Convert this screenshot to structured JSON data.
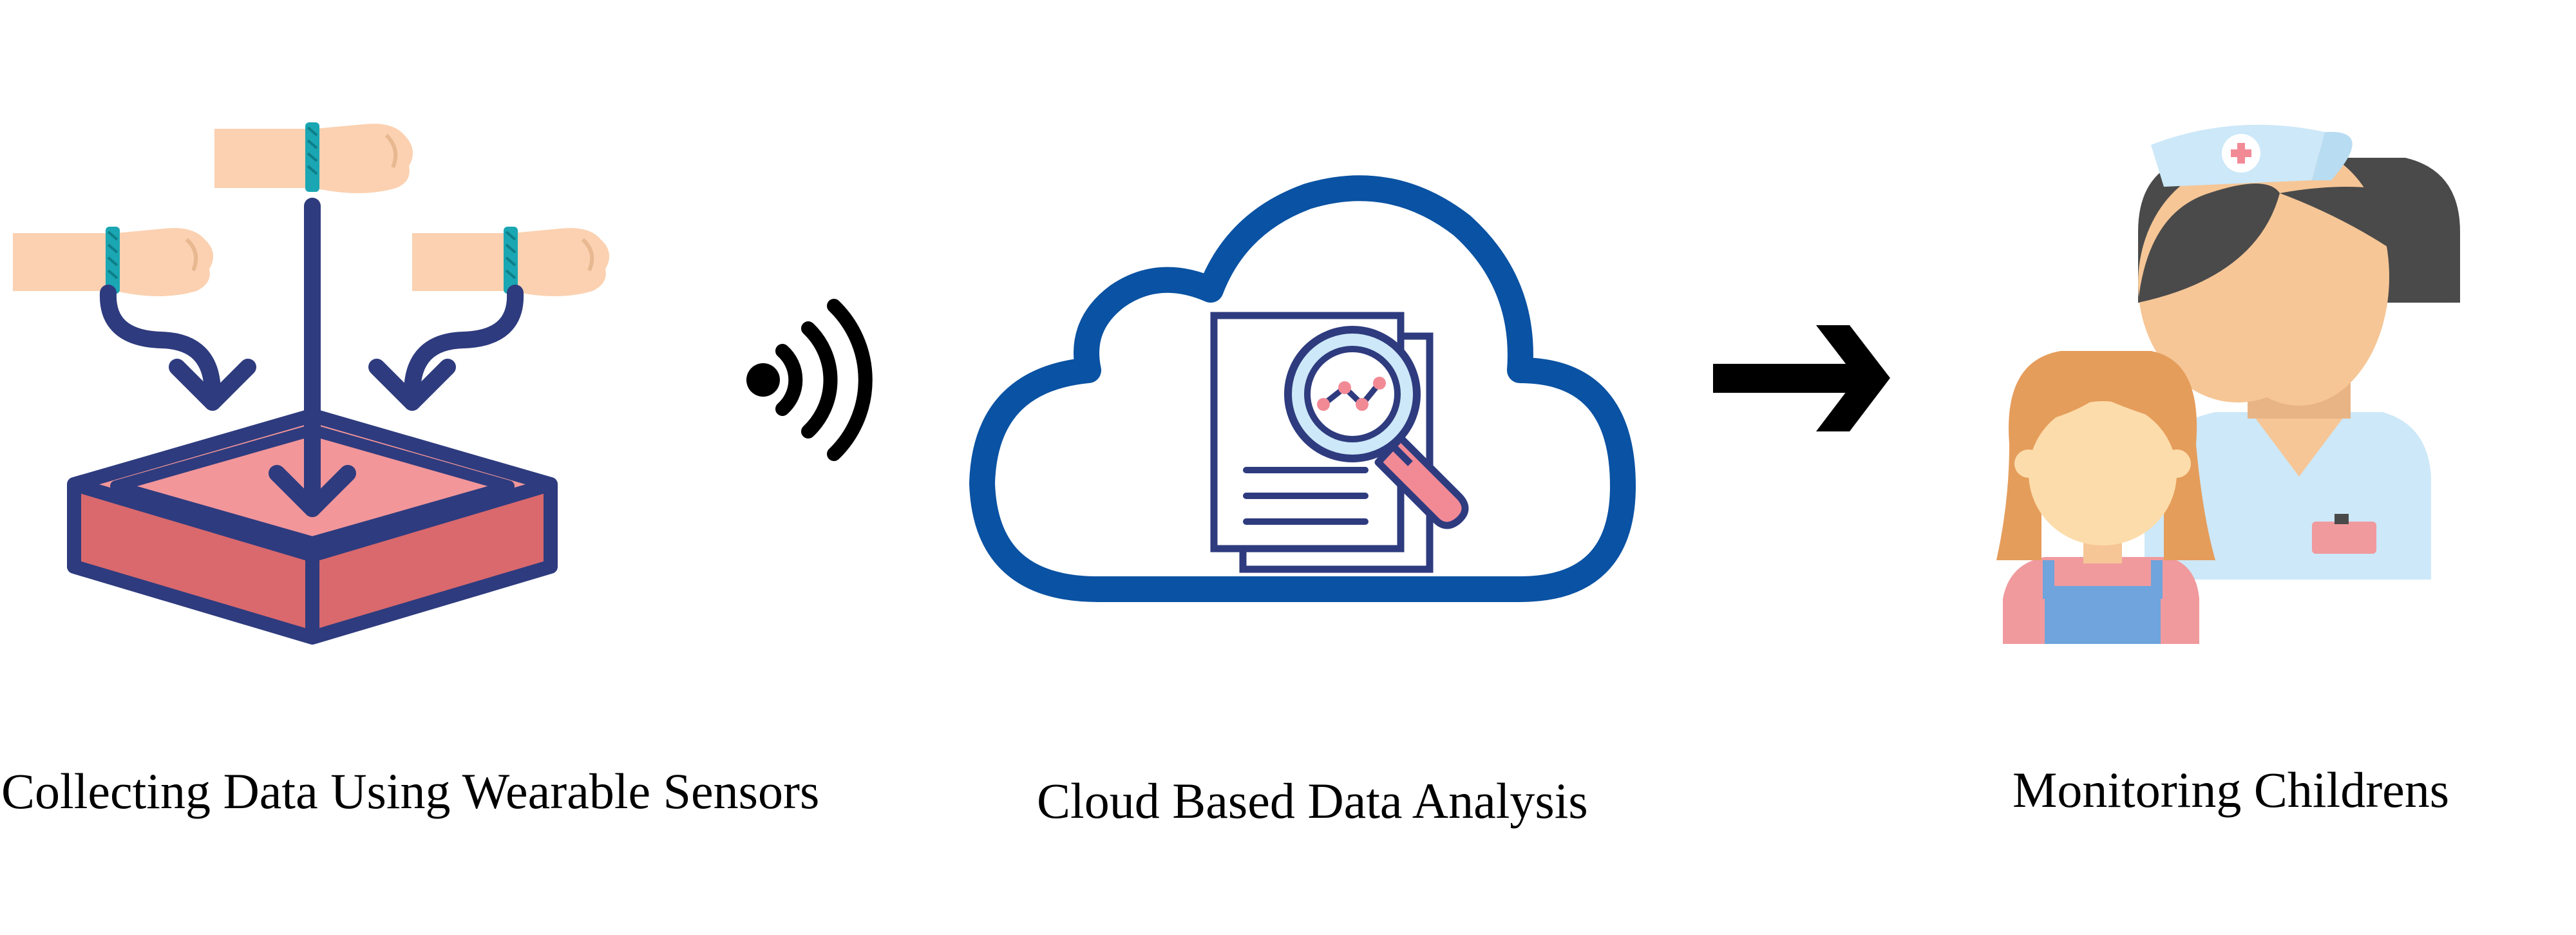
{
  "steps": [
    {
      "caption": "Collecting Data Using Wearable Sensors",
      "icon": "wearable-sensors-icon"
    },
    {
      "caption": "Cloud Based Data Analysis",
      "icon": "cloud-analysis-icon"
    },
    {
      "caption": "Monitoring Childrens",
      "icon": "nurse-child-icon"
    }
  ],
  "connectors": [
    {
      "icon": "wireless-signal-icon"
    },
    {
      "icon": "arrow-right-icon"
    }
  ],
  "colors": {
    "navy": "#2e3b7e",
    "skin": "#fbd1b1",
    "band": "#1aa6b2",
    "box_top": "#f2969a",
    "box_side": "#d9696d",
    "cloud": "#0a52a3",
    "magnifier_rim": "#cde8f8",
    "magnifier_handle": "#f28a96",
    "nurse_scrubs": "#cde8f8",
    "nurse_hair": "#4a4a4a",
    "nurse_skin": "#f6c696",
    "child_hair": "#e59d5b",
    "child_shirt": "#f09a9e",
    "child_overall": "#6fa4dc"
  }
}
